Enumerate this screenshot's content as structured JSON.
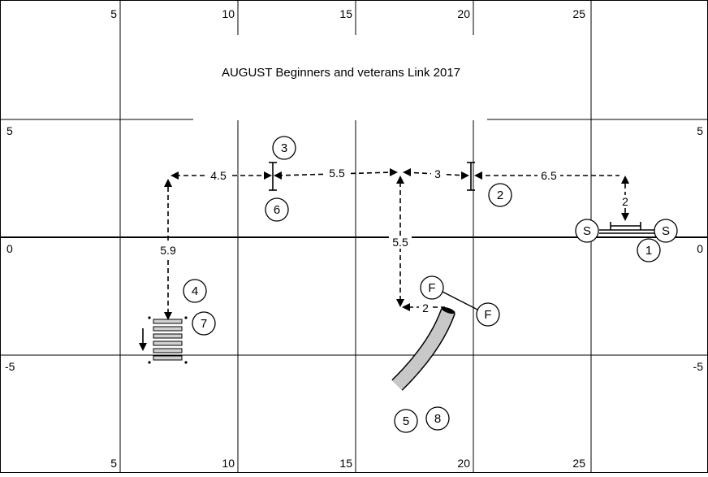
{
  "title": "AUGUST Beginners and veterans Link 2017",
  "grid": {
    "top_labels": [
      "5",
      "10",
      "15",
      "20",
      "25"
    ],
    "bottom_labels": [
      "5",
      "10",
      "15",
      "20",
      "25"
    ],
    "left_labels": [
      "5",
      "0",
      "-5"
    ],
    "right_labels": [
      "5",
      "0",
      "-5"
    ]
  },
  "markers": {
    "start_left": "S",
    "start_right": "S",
    "finish_top": "F",
    "finish_right": "F"
  },
  "obstacle_numbers": {
    "n1": "1",
    "n2": "2",
    "n3": "3",
    "n4": "4",
    "n5": "5",
    "n6": "6",
    "n7": "7",
    "n8": "8"
  },
  "distances": {
    "d_start_up": "2",
    "d_2_to_start": "6.5",
    "d_mid_to_2": "3",
    "d_3_to_mid": "5.5",
    "d_left_to_3": "4.5",
    "d_vertical_left": "5.9",
    "d_vertical_mid": "5.5",
    "d_tunnel": "2"
  }
}
